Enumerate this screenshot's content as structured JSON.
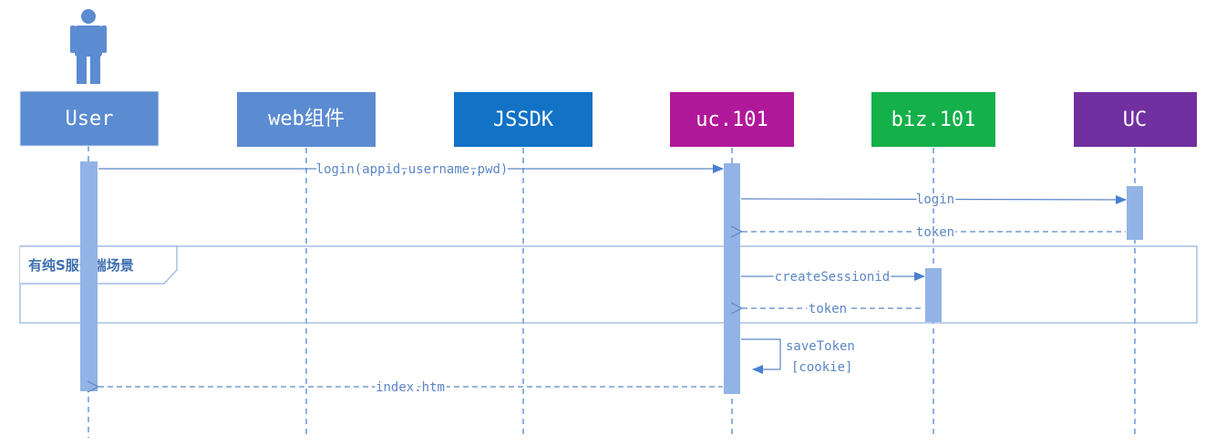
{
  "actor": {
    "label": "User"
  },
  "participants": [
    {
      "id": "user",
      "label": "User",
      "color": "#5b8bd1"
    },
    {
      "id": "web",
      "label": "web组件",
      "color": "#5b8bd1"
    },
    {
      "id": "jssdk",
      "label": "JSSDK",
      "color": "#1172c6"
    },
    {
      "id": "uc101",
      "label": "uc.101",
      "color": "#b0189a"
    },
    {
      "id": "biz101",
      "label": "biz.101",
      "color": "#14b04a"
    },
    {
      "id": "uc",
      "label": "UC",
      "color": "#7030a0"
    }
  ],
  "frame": {
    "label": "有纯S服务端场景"
  },
  "messages": [
    {
      "id": "m1",
      "label": "login(appid,username,pwd)",
      "from": "user",
      "to": "uc101",
      "kind": "call"
    },
    {
      "id": "m2",
      "label": "login",
      "from": "uc101",
      "to": "uc",
      "kind": "call"
    },
    {
      "id": "m3",
      "label": "token",
      "from": "uc",
      "to": "uc101",
      "kind": "return"
    },
    {
      "id": "m4",
      "label": "createSessionid",
      "from": "uc101",
      "to": "biz101",
      "kind": "call"
    },
    {
      "id": "m5",
      "label": "token",
      "from": "biz101",
      "to": "uc101",
      "kind": "return"
    },
    {
      "id": "m6",
      "label": "saveToken",
      "label2": "[cookie]",
      "from": "uc101",
      "to": "uc101",
      "kind": "self"
    },
    {
      "id": "m7",
      "label": "index.htm",
      "from": "uc101",
      "to": "user",
      "kind": "return"
    }
  ],
  "colors": {
    "line": "#5b86c5",
    "lifeline": "#6a98d6",
    "activation": "#92b3e5",
    "frame": "#8fb0e0"
  }
}
